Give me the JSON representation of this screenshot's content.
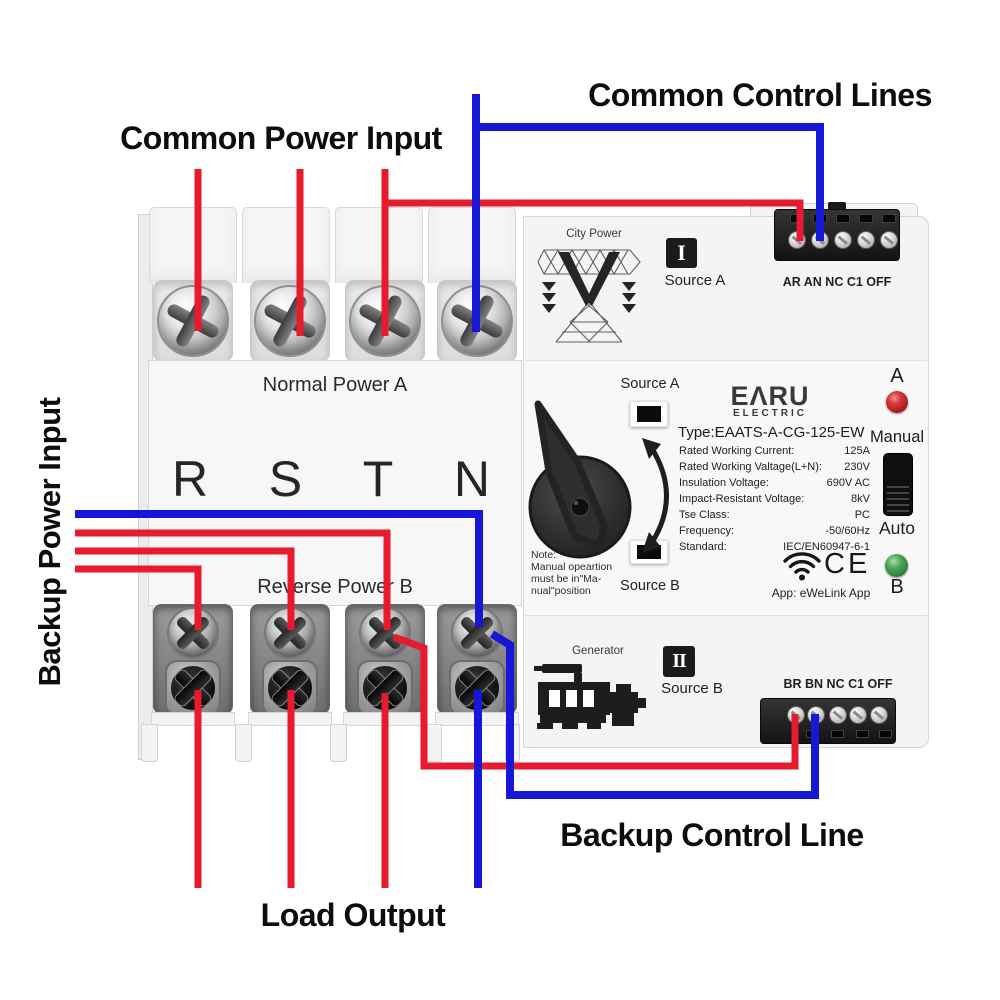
{
  "labels": {
    "common_power_input": "Common Power Input",
    "common_control_lines": "Common Control Lines",
    "backup_power_input": "Backup Power Input",
    "backup_control_line": "Backup Control Line",
    "load_output": "Load Output"
  },
  "left_unit": {
    "normal_power": "Normal Power A",
    "phases": [
      "R",
      "S",
      "T",
      "N"
    ],
    "reverse_power": "Reverse Power B"
  },
  "right_unit": {
    "top": {
      "art_label": "City Power",
      "roman": "I",
      "source": "Source A",
      "terminals": "AR AN NC C1 OFF"
    },
    "panel": {
      "source_a": "Source A",
      "source_b": "Source B",
      "brand": "EΛRU",
      "brand_sub": "ELECTRIC",
      "type_line": "Type:EAATS-A-CG-125-EW",
      "specs": [
        {
          "label": "Rated Working Current:",
          "value": "125A"
        },
        {
          "label": "Rated Working Valtage(L+N):",
          "value": "230V"
        },
        {
          "label": "Insulation Voltage:",
          "value": "690V AC"
        },
        {
          "label": "Impact-Resistant Voltage:",
          "value": "8kV"
        },
        {
          "label": "Tse Class:",
          "value": "PC"
        },
        {
          "label": "Frequency:",
          "value": "-50/60Hz"
        },
        {
          "label": "Standard:",
          "value": "IEC/EN60947-6-1"
        }
      ],
      "note": [
        "Note:",
        "Manual opeartion",
        "must be in\"Ma-",
        "nual\"position"
      ],
      "ce_mark": "CE",
      "app_line": "App: eWeLink App",
      "indicator_a": "A",
      "manual": "Manual",
      "auto": "Auto",
      "indicator_b": "B"
    },
    "bottom": {
      "art_label": "Generator",
      "roman": "II",
      "source": "Source B",
      "terminals": "BR BN NC C1 OFF"
    }
  },
  "colors": {
    "wire_red": "#e81a2d",
    "wire_blue": "#1717d6",
    "led_red": "#a81a1e",
    "led_green": "#2d7d38"
  }
}
